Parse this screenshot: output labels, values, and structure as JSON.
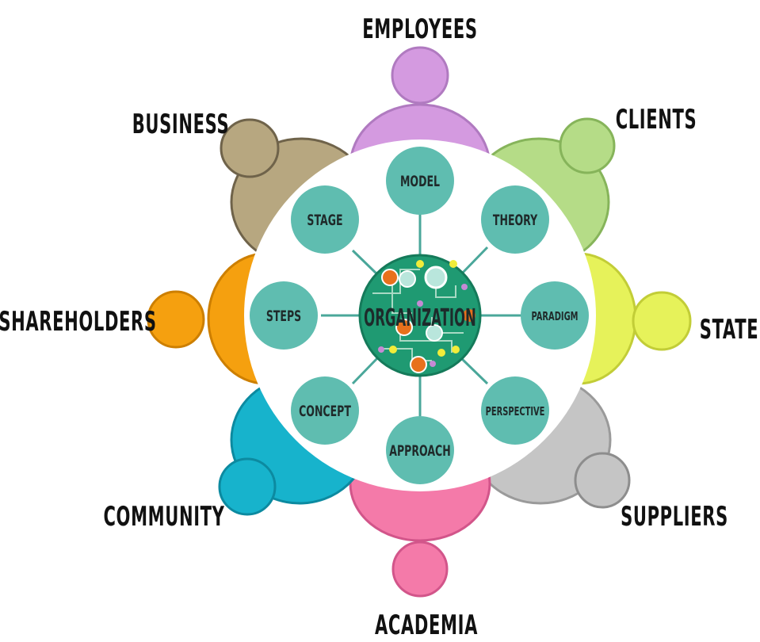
{
  "center": {
    "label": "ORGANIZATION"
  },
  "concepts": [
    {
      "id": "model",
      "label": "MODEL"
    },
    {
      "id": "theory",
      "label": "THEORY"
    },
    {
      "id": "paradigm",
      "label": "PARADIGM"
    },
    {
      "id": "perspective",
      "label": "PERSPECTIVE"
    },
    {
      "id": "approach",
      "label": "APPROACH"
    },
    {
      "id": "concept",
      "label": "CONCEPT"
    },
    {
      "id": "steps",
      "label": "STEPS"
    },
    {
      "id": "stage",
      "label": "STAGE"
    }
  ],
  "stakeholders": [
    {
      "id": "employees",
      "label": "EMPLOYEES",
      "color": "#d49ae0"
    },
    {
      "id": "clients",
      "label": "CLIENTS",
      "color": "#b5dc87"
    },
    {
      "id": "state",
      "label": "STATE",
      "color": "#e6f25a"
    },
    {
      "id": "suppliers",
      "label": "SUPPLIERS",
      "color": "#c5c5c5"
    },
    {
      "id": "academia",
      "label": "ACADEMIA",
      "color": "#f47aa9"
    },
    {
      "id": "community",
      "label": "COMMUNITY",
      "color": "#17b3cc"
    },
    {
      "id": "shareholders",
      "label": "SHAREHOLDERS",
      "color": "#f5a00f"
    },
    {
      "id": "business",
      "label": "BUSINESS",
      "color": "#b7a780"
    }
  ],
  "colors": {
    "node_fill": "#5fbdb0",
    "hub_fill": "#1f9a72",
    "connector": "#4aa79a",
    "inner_disc": "#ffffff"
  }
}
